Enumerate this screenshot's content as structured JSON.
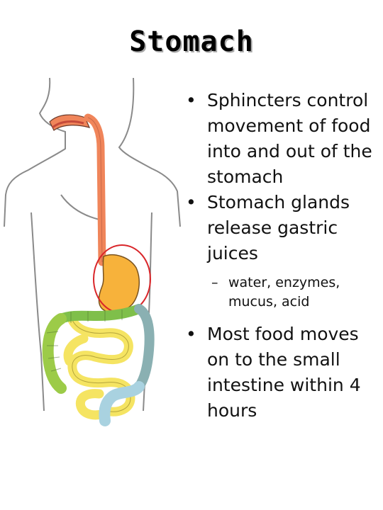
{
  "title": "Stomach",
  "bullets": {
    "b1": "Sphincters control movement of food into and out of the stomach",
    "b2": "Stomach glands release gastric juices",
    "b2_sub_marker": "–",
    "b2_sub": "water, enzymes, mucus, acid",
    "b3": "Most food moves on to the small intestine within 4 hours"
  },
  "colors": {
    "esophagus": "#f0855a",
    "stomach": "#f7b23b",
    "small_intestine": "#f5e462",
    "ascending_colon": "#9ccb48",
    "transverse_colon": "#7fbf4a",
    "descending_colon": "#8ab0b2",
    "rectum": "#a9d2e0",
    "highlight_circle": "#d9262a"
  }
}
